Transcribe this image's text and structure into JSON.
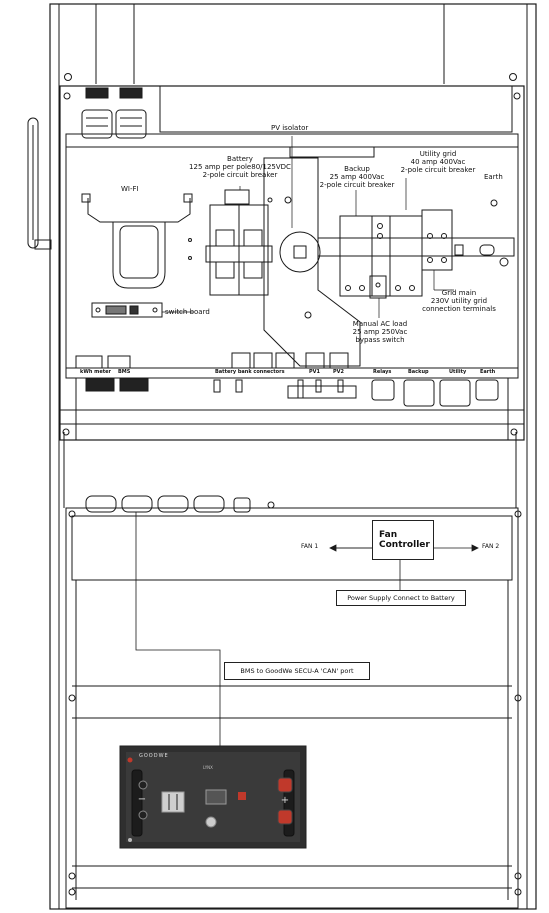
{
  "labels": {
    "pv_isolator": "PV isolator",
    "battery": [
      "Battery",
      "125 amp per pole80/125VDC",
      "2-pole circuit breaker"
    ],
    "wifi": "WI-FI",
    "backup": [
      "Backup",
      "25 amp 400Vac",
      "2-pole circuit breaker"
    ],
    "utility_grid": [
      "Utility grid",
      "40 amp 400Vac",
      "2-pole circuit breaker"
    ],
    "earth": "Earth",
    "switch_board": "switch board",
    "manual_ac": [
      "Manual AC load",
      "25 amp 250Vac",
      "bypass switch"
    ],
    "grid_main": [
      "Grid main",
      "230V utility grid",
      "connection terminals"
    ]
  },
  "ports": {
    "kwh_meter": "kWh meter",
    "bms": "BMS",
    "battery_bank": "Battery bank connectors",
    "pv1": "PV1",
    "pv2": "PV2",
    "relays": "Relays",
    "backup": "Backup",
    "utility": "Utility",
    "earth": "Earth"
  },
  "fan": {
    "controller": [
      "Fan",
      "Controller"
    ],
    "fan1": "FAN 1",
    "fan2": "FAN 2",
    "power_supply": "Power Supply Connect to Battery",
    "bms_link": "BMS to GoodWe SECU-A  'CAN'  port"
  },
  "battery_unit": {
    "brand": "GOODWE",
    "model": "LYNX"
  },
  "colors": {
    "line": "#1a1a1a",
    "battery_body": "#2f2f2f",
    "terminal_red": "#c0392b"
  }
}
